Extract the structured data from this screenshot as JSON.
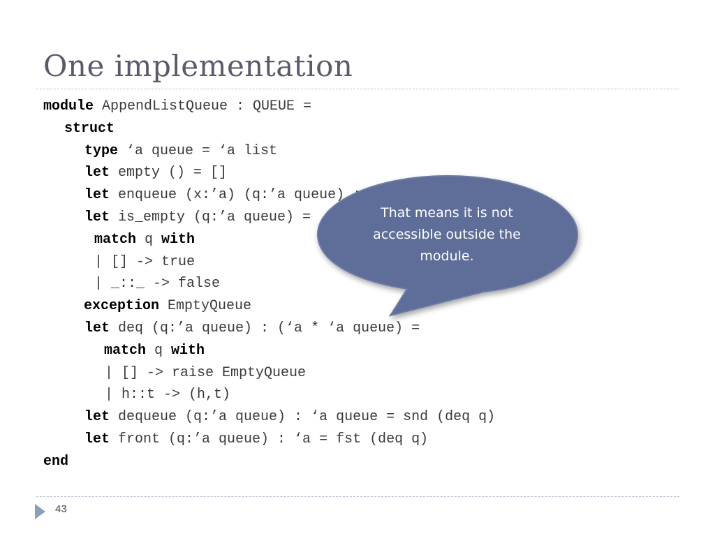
{
  "slide": {
    "title": "One implementation",
    "page_number": "43"
  },
  "code": {
    "l1": {
      "kw1": "module",
      "rest": " AppendListQueue : QUEUE ="
    },
    "l2": {
      "kw1": "struct"
    },
    "l3": {
      "kw1": "type",
      "rest": " ‘a queue = ‘a list"
    },
    "l4": {
      "kw1": "let",
      "rest": " empty () = []"
    },
    "l5": {
      "kw1": "let",
      "rest": " enqueue (x:’a) (q:’a queue) : ’a queue = q @ [x]"
    },
    "l6": {
      "kw1": "let",
      "rest": " is_empty (q:’a queue) = "
    },
    "l7": {
      "kw1": "match",
      "mid": " q ",
      "kw2": "with"
    },
    "l8": {
      "rest": "| [] -> true"
    },
    "l9": {
      "rest": "| _::_ -> false"
    },
    "l10": {
      "kw1": "exception",
      "rest": " EmptyQueue"
    },
    "l11": {
      "kw1": "let",
      "rest": " deq (q:’a queue) : (‘a * ‘a queue) ="
    },
    "l12": {
      "kw1": "match",
      "mid": " q ",
      "kw2": "with"
    },
    "l13": {
      "rest": "| [] -> raise EmptyQueue"
    },
    "l14": {
      "rest": "| h::t -> (h,t)"
    },
    "l15": {
      "kw1": "let",
      "rest": " dequeue (q:’a queue) : ‘a queue = snd (deq q)"
    },
    "l16": {
      "kw1": "let",
      "rest": " front (q:’a queue) : ‘a = fst (deq q)"
    },
    "l17": {
      "kw1": "end"
    }
  },
  "callout": {
    "text": "That means it is not accessible outside the module.",
    "fill_color": "#5f6e99",
    "border_color": "#6d7ba5"
  },
  "colors": {
    "title": "#5a5a6a",
    "rule": "#b8c2d0",
    "footer_arrow": "#8a9fbf"
  }
}
